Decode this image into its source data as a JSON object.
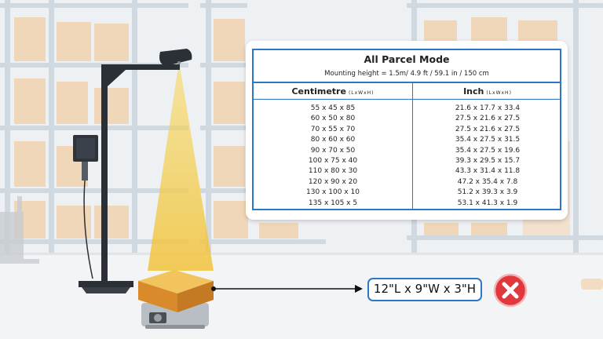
{
  "table": {
    "title": "All Parcel Mode",
    "subtitle": "Mounting height = 1.5m/ 4.9 ft / 59.1 in / 150 cm",
    "col_cm_label": "Centimetre",
    "col_cm_dims": "(LxWxH)",
    "col_in_label": "Inch",
    "col_in_dims": "(LxWxH)",
    "rows": [
      {
        "cm": "55 x 45 x 85",
        "inch": "21.6 x 17.7 x 33.4"
      },
      {
        "cm": "60 x 50 x 80",
        "inch": "27.5 x 21.6 x 27.5"
      },
      {
        "cm": "70 x 55 x 70",
        "inch": "27.5 x 21.6 x 27.5"
      },
      {
        "cm": "80 x 60 x 60",
        "inch": "35.4 x 27.5 x 31.5"
      },
      {
        "cm": "90 x 70 x 50",
        "inch": "35.4 x 27.5 x 19.6"
      },
      {
        "cm": "100 x 75 x 40",
        "inch": "39.3 x 29.5 x 15.7"
      },
      {
        "cm": "110 x 80 x 30",
        "inch": "43.3 x 31.4 x 11.8"
      },
      {
        "cm": "120 x 90 x 20",
        "inch": "47.2 x 35.4 x 7.8"
      },
      {
        "cm": "130 x 100 x 10",
        "inch": "51.2 x 39.3 x 3.9"
      },
      {
        "cm": "135 x 105 x 5",
        "inch": "53.1 x 41.3 x 1.9"
      }
    ]
  },
  "parcel_size": "12\"L x 9\"W x 3\"H",
  "reject_icon": "red-x-circle-icon",
  "colors": {
    "accent_blue": "#2e76c8",
    "reject_red": "#e0383c",
    "beam_yellow": "#f5cf4a",
    "parcel_orange": "#e1962d"
  }
}
